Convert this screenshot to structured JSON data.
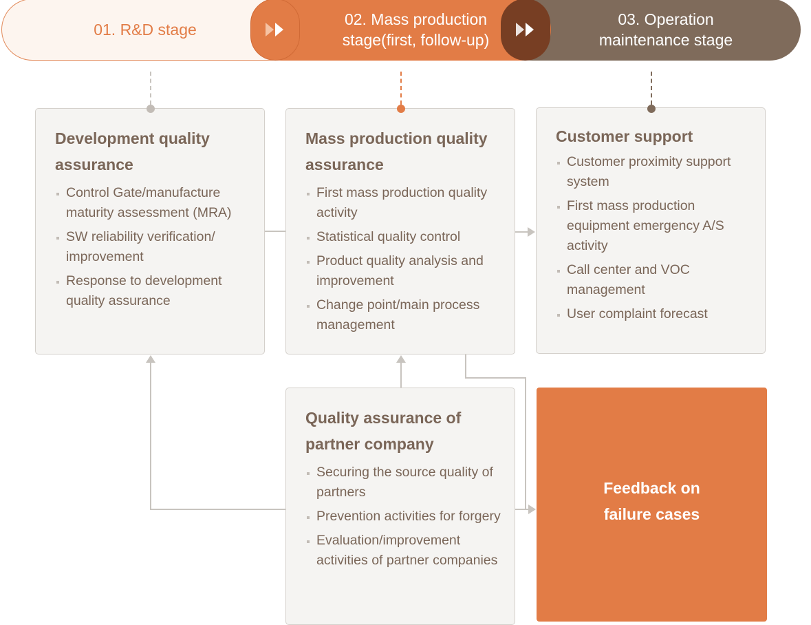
{
  "stages": [
    {
      "label": "01. R&D stage"
    },
    {
      "label": "02. Mass production stage(first, follow-up)"
    },
    {
      "label": "03. Operation maintenance stage"
    }
  ],
  "colors": {
    "accent": "#e27c46",
    "brown": "#7f6b5b",
    "dark_arrow": "#773e23",
    "text": "#7a6658",
    "box_bg": "#f5f4f2"
  },
  "boxes": {
    "development": {
      "title": "Development quality assurance",
      "items": [
        "Control Gate/manufacture maturity assessment (MRA)",
        "SW reliability verification/ improvement",
        "Response to development quality assurance"
      ]
    },
    "mass_production": {
      "title": "Mass production quality assurance",
      "items": [
        "First mass production quality activity",
        "Statistical quality control",
        "Product quality analysis and improvement",
        "Change point/main process management"
      ]
    },
    "customer_support": {
      "title": "Customer support",
      "items": [
        "Customer proximity support system",
        "First mass production equipment emergency A/S activity",
        "Call center and VOC management",
        "User complaint forecast"
      ]
    },
    "partner": {
      "title": "Quality assurance of partner company",
      "items": [
        "Securing the source quality of partners",
        "Prevention activities for forgery",
        "Evaluation/improvement activities of partner companies"
      ]
    }
  },
  "feedback": {
    "label": "Feedback on failure cases"
  },
  "icons": {
    "stage_arrow": "double-chevron-right-icon",
    "bullet": "square-bullet-icon"
  }
}
